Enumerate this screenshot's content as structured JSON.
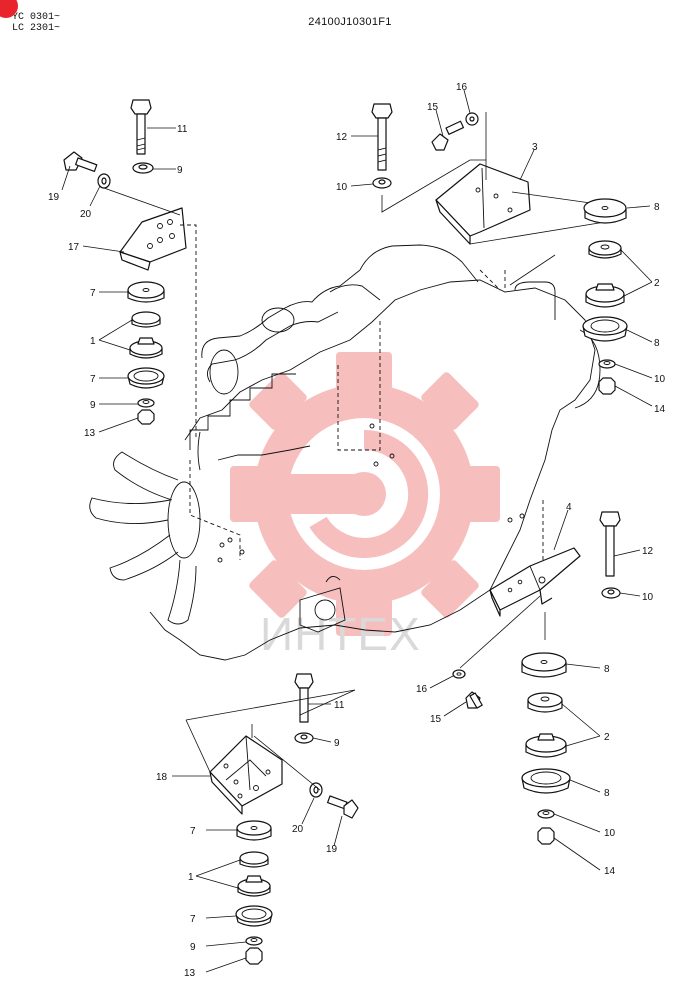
{
  "header": {
    "model_line_1": "YC 0301~",
    "model_line_2": "LC 2301~",
    "drawing_code": "24100J10301F1"
  },
  "watermark": {
    "text": "ИНТЕХ",
    "gear_color": "#f4a9a9",
    "text_color": "#d9d9d9"
  },
  "corner_marker_color": "#e8252d",
  "callouts": [
    "1",
    "2",
    "3",
    "4",
    "7",
    "8",
    "9",
    "10",
    "11",
    "12",
    "13",
    "14",
    "15",
    "16",
    "17",
    "18",
    "19",
    "20"
  ]
}
